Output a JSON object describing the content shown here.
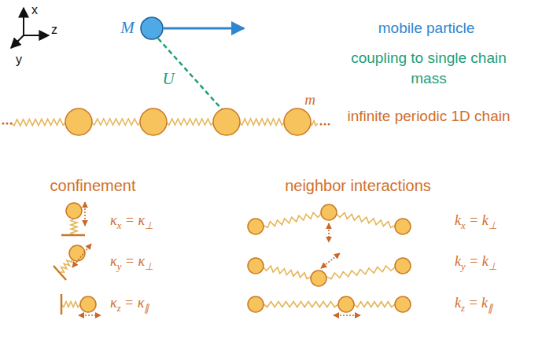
{
  "diagram": {
    "labels": [
      "x",
      "z",
      "y",
      "M",
      "mobile particle",
      "coupling to single chain mass",
      "U",
      "m",
      "infinite periodic 1D chain",
      "confinement",
      "neighbor interactions",
      "κx = κ⊥",
      "κy = κ⊥",
      "κz = κ∥",
      "kx = k⊥",
      "ky = k⊥",
      "kz = k∥"
    ]
  }
}
